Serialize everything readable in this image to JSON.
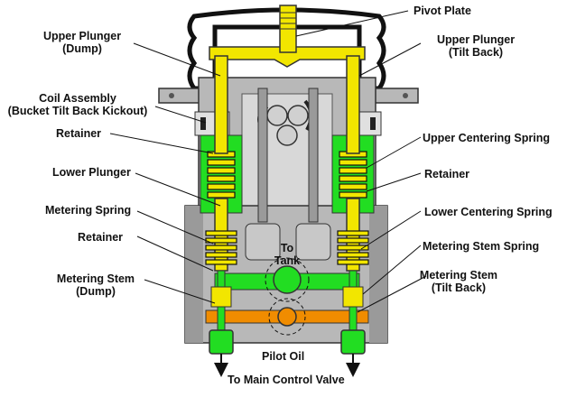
{
  "labels": {
    "pivot_plate": "Pivot Plate",
    "upper_plunger_dump": "Upper Plunger\n(Dump)",
    "upper_plunger_tilt": "Upper Plunger\n(Tilt Back)",
    "coil_assembly": "Coil Assembly\n(Bucket Tilt Back Kickout)",
    "retainer_left_top": "Retainer",
    "upper_centering_spring": "Upper Centering Spring",
    "lower_plunger": "Lower Plunger",
    "retainer_right": "Retainer",
    "metering_spring": "Metering Spring",
    "lower_centering_spring": "Lower Centering Spring",
    "retainer_left_bottom": "Retainer",
    "metering_stem_spring": "Metering Stem Spring",
    "metering_stem_dump": "Metering Stem\n(Dump)",
    "metering_stem_tilt": "Metering Stem\n(Tilt Back)",
    "to_tank": "To\nTank",
    "pilot_oil": "Pilot Oil",
    "to_main_control_valve": "To Main Control Valve"
  },
  "colors": {
    "pilot_oil": "#f08c00",
    "tank_oil": "#22dd22",
    "linkage": "#f2e600",
    "body": "#b8b8b8",
    "body_dark": "#8a8a8a"
  }
}
